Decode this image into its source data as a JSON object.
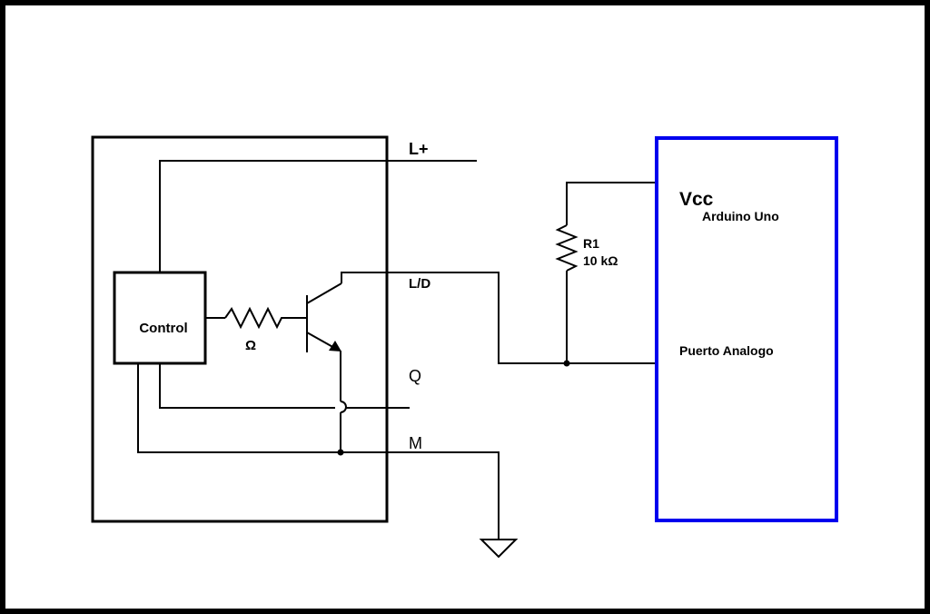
{
  "colors": {
    "border": "#000000",
    "paper": "#ffffff",
    "wire": "#000000",
    "arduino_box": "#0000ee"
  },
  "diagram": {
    "sensor": {
      "control_label": "Control",
      "resistor_label": "Ω",
      "pins": {
        "l_plus": "L+",
        "l_d": "L/D",
        "q": "Q",
        "m": "M"
      }
    },
    "pullup_resistor": {
      "name": "R1",
      "value": "10 kΩ"
    },
    "arduino": {
      "vcc_label": "Vcc",
      "title": "Arduino Uno",
      "analog_label": "Puerto Analogo"
    },
    "ground_symbol": "ground-icon",
    "transistor_symbol": "npn-transistor-icon"
  }
}
